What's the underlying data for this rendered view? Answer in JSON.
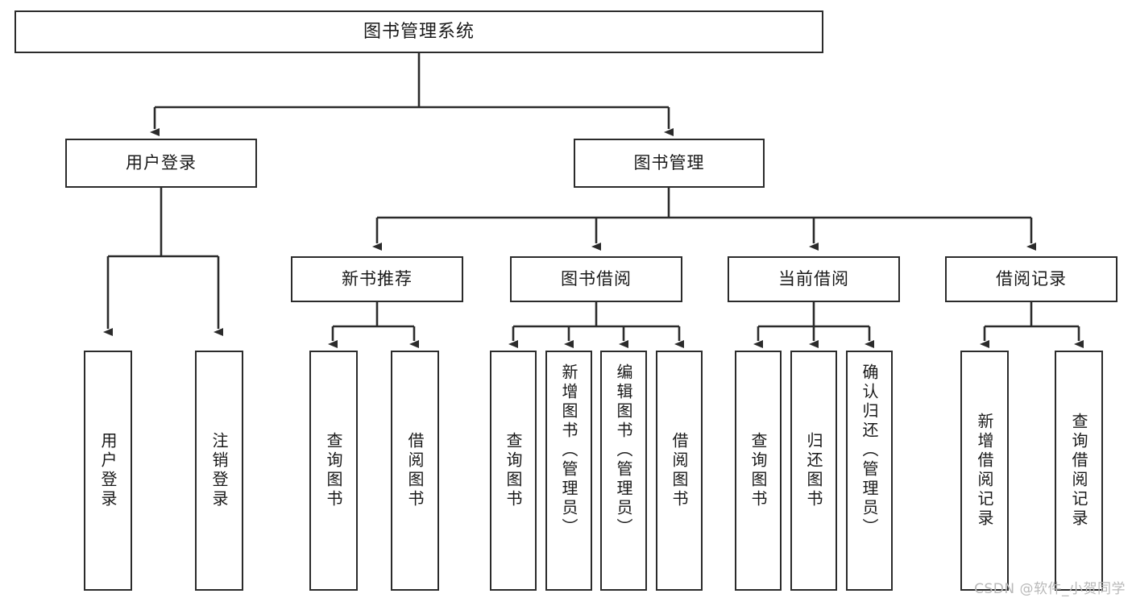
{
  "diagram": {
    "kind": "tree-hierarchy-diagram",
    "title_text": "图书管理系统",
    "background_color": "#ffffff",
    "line_color": "#2b2b2b",
    "box_border_color": "#2b2b2b",
    "box_fill_color": "#ffffff",
    "text_color": "#1a1a1a"
  },
  "nodes": {
    "root": {
      "label": "图书管理系统"
    },
    "level1": [
      {
        "label": "用户登录"
      },
      {
        "label": "图书管理"
      }
    ],
    "level2": [
      {
        "label": "新书推荐"
      },
      {
        "label": "图书借阅"
      },
      {
        "label": "当前借阅"
      },
      {
        "label": "借阅记录"
      }
    ],
    "leaves": {
      "user_login": [
        {
          "label": "用户登录"
        },
        {
          "label": "注销登录"
        }
      ],
      "new_book_recommend": [
        {
          "label": "查询图书"
        },
        {
          "label": "借阅图书"
        }
      ],
      "book_borrow": [
        {
          "label": "查询图书"
        },
        {
          "label": "新增图书（管理员）"
        },
        {
          "label": "编辑图书（管理员）"
        },
        {
          "label": "借阅图书"
        }
      ],
      "current_borrow": [
        {
          "label": "查询图书"
        },
        {
          "label": "归还图书"
        },
        {
          "label": "确认归还（管理员）"
        }
      ],
      "borrow_record": [
        {
          "label": "新增借阅记录"
        },
        {
          "label": "查询借阅记录"
        }
      ]
    }
  },
  "watermark": {
    "text": "CSDN @软件_小贺同学"
  }
}
